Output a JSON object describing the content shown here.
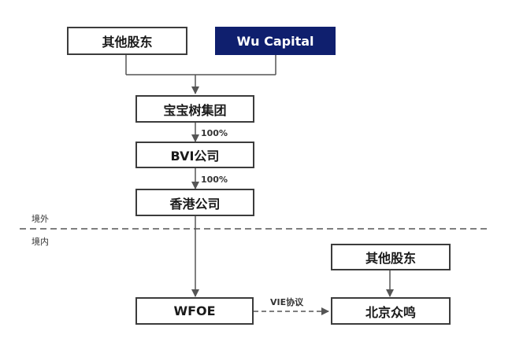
{
  "nodes": {
    "other_shareholders_top": "其他股东",
    "wu_capital": "Wu Capital",
    "baobaoshu_group": "宝宝树集团",
    "bvi_company": "BVI公司",
    "hk_company": "香港公司",
    "wfoe": "WFOE",
    "other_shareholders_bottom": "其他股东",
    "beijing_zhongming": "北京众鸣"
  },
  "edge_labels": {
    "group_to_bvi": "100%",
    "bvi_to_hk": "100%",
    "vie_agreement": "VIE协议"
  },
  "regions": {
    "offshore": "境外",
    "onshore": "境内"
  },
  "colors": {
    "dark_box": "#0f1f6e",
    "line": "#555555"
  }
}
